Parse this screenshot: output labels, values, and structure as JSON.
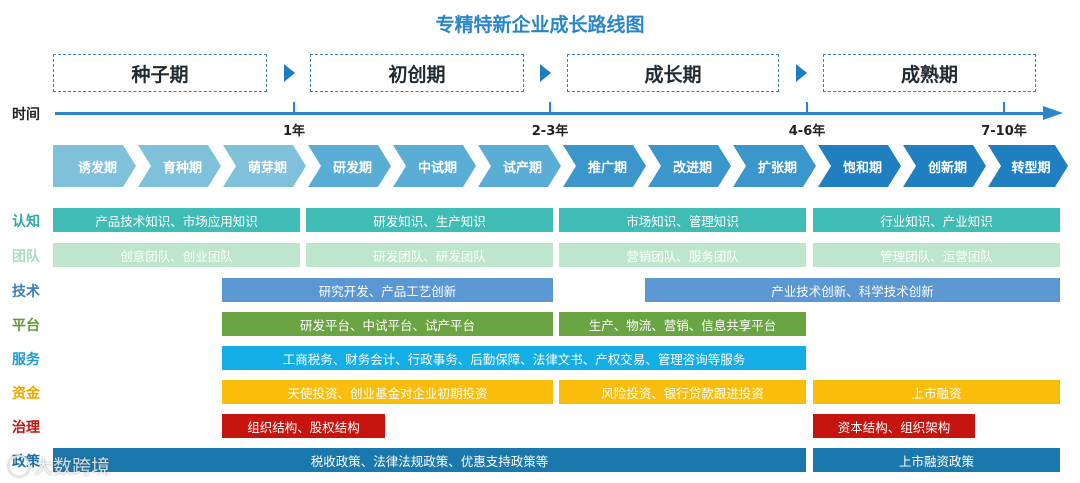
{
  "title": "专精特新企业成长路线图",
  "stages": [
    {
      "label": "种子期"
    },
    {
      "label": "初创期"
    },
    {
      "label": "成长期"
    },
    {
      "label": "成熟期"
    }
  ],
  "timeline": {
    "axis_label": "时间",
    "ticks": [
      "1年",
      "2-3年",
      "4-6年",
      "7-10年"
    ]
  },
  "phases": [
    {
      "label": "诱发期",
      "color": "#7fc0da"
    },
    {
      "label": "育种期",
      "color": "#7fc0da"
    },
    {
      "label": "萌芽期",
      "color": "#7fc0da"
    },
    {
      "label": "研发期",
      "color": "#5aaed6"
    },
    {
      "label": "中试期",
      "color": "#5aaed6"
    },
    {
      "label": "试产期",
      "color": "#5aaed6"
    },
    {
      "label": "推广期",
      "color": "#3a96cb"
    },
    {
      "label": "改进期",
      "color": "#3a96cb"
    },
    {
      "label": "扩张期",
      "color": "#3a96cb"
    },
    {
      "label": "饱和期",
      "color": "#1f7fc0"
    },
    {
      "label": "创新期",
      "color": "#1f7fc0"
    },
    {
      "label": "转型期",
      "color": "#1f7fc0"
    }
  ],
  "rows": [
    {
      "category": "认知",
      "color": "#2fa8a6",
      "bars": [
        {
          "text": "产品技术知识、市场应用知识",
          "color": "#3fbcb6"
        },
        {
          "text": "研发知识、生产知识",
          "color": "#3fbcb6"
        },
        {
          "text": "市场知识、管理知识",
          "color": "#3fbcb6"
        },
        {
          "text": "行业知识、产业知识",
          "color": "#3fbcb6"
        }
      ]
    },
    {
      "category": "团队",
      "color": "#a9dcc0",
      "bars": [
        {
          "text": "创意团队、创业团队",
          "color": "#bde6cc"
        },
        {
          "text": "研发团队、研发团队",
          "color": "#bde6cc"
        },
        {
          "text": "营销团队、服务团队",
          "color": "#bde6cc"
        },
        {
          "text": "管理团队、运营团队",
          "color": "#bde6cc"
        }
      ]
    },
    {
      "category": "技术",
      "color": "#3a7ec0",
      "bars": [
        {
          "text": "研究开发、产品工艺创新",
          "color": "#5b97d2"
        },
        {
          "text": "产业技术创新、科学技术创新",
          "color": "#5b97d2"
        }
      ]
    },
    {
      "category": "平台",
      "color": "#5f9a36",
      "bars": [
        {
          "text": "研发平台、中试平台、试产平台",
          "color": "#6aa443"
        },
        {
          "text": "生产、物流、营销、信息共享平台",
          "color": "#6aa443"
        }
      ]
    },
    {
      "category": "服务",
      "color": "#1a9ad8",
      "bars": [
        {
          "text": "工商税务、财务会计、行政事务、后勤保障、法律文书、产权交易、管理咨询等服务",
          "color": "#14aee6"
        }
      ]
    },
    {
      "category": "资金",
      "color": "#f0a800",
      "bars": [
        {
          "text": "天使投资、创业基金对企业初期投资",
          "color": "#fbbd0c"
        },
        {
          "text": "风险投资、银行贷款跟进投资",
          "color": "#fbbd0c"
        },
        {
          "text": "上市融资",
          "color": "#fbbd0c"
        }
      ]
    },
    {
      "category": "治理",
      "color": "#c0150f",
      "bars": [
        {
          "text": "组织结构、股权结构",
          "color": "#c8140e"
        },
        {
          "text": "资本结构、组织架构",
          "color": "#c8140e"
        }
      ]
    },
    {
      "category": "政策",
      "color": "#1b6fa6",
      "bars": [
        {
          "text": "税收政策、法律法规政策、优惠支持政策等",
          "color": "#1b78ad"
        },
        {
          "text": "上市融资政策",
          "color": "#1b78ad"
        }
      ]
    }
  ],
  "watermark": "大数跨境"
}
